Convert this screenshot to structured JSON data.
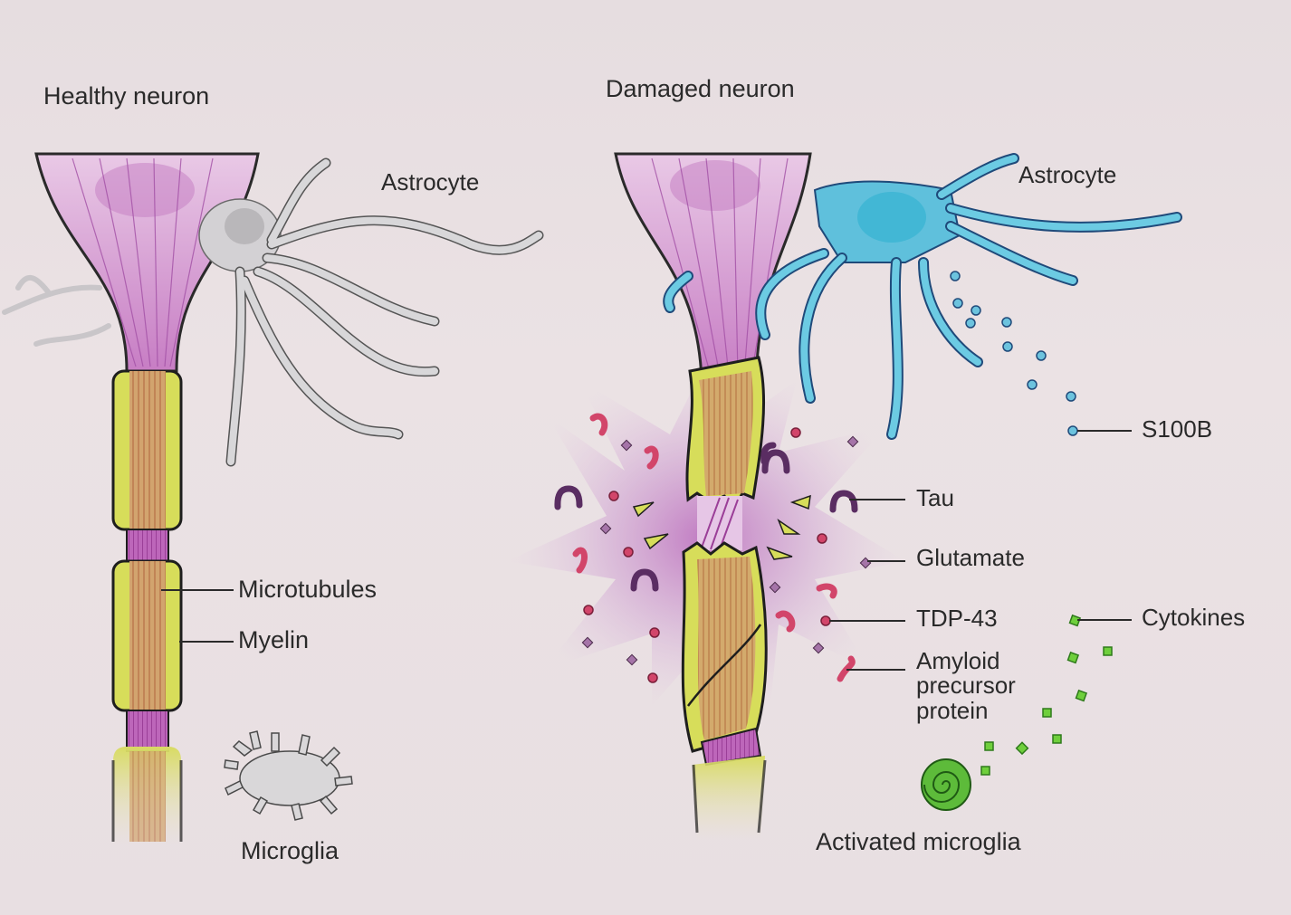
{
  "figure": {
    "panels": [
      {
        "id": "healthy",
        "title": "Healthy neuron",
        "labels": {
          "astrocyte": "Astrocyte",
          "microtubules": "Microtubules",
          "myelin": "Myelin",
          "microglia": "Microglia"
        }
      },
      {
        "id": "damaged",
        "title": "Damaged neuron",
        "labels": {
          "astrocyte": "Astrocyte",
          "s100b": "S100B",
          "tau": "Tau",
          "glutamate": "Glutamate",
          "tdp43": "TDP-43",
          "cytokines": "Cytokines",
          "amyloid_line1": "Amyloid",
          "amyloid_line2": "precursor",
          "amyloid_line3": "protein",
          "activated_microglia": "Activated microglia"
        }
      }
    ],
    "colors": {
      "background": "#e9dfe2",
      "neuron_body": "#c98fc8",
      "myelin": "#d7dd5a",
      "axon_core": "#c99c6a",
      "node": "#b660b4",
      "astrocyte_healthy": "#d6d6d8",
      "astrocyte_damaged": "#5fc0dc",
      "tau": "#5a2d62",
      "tdp43": "#d2456a",
      "glutamate": "#a574a8",
      "cytokines": "#6fcf3c",
      "s100b": "#6cc3de",
      "damage_burst": "#c79ac9",
      "microglia_activated": "#5dbb3a",
      "text": "#2a2a2a"
    }
  }
}
